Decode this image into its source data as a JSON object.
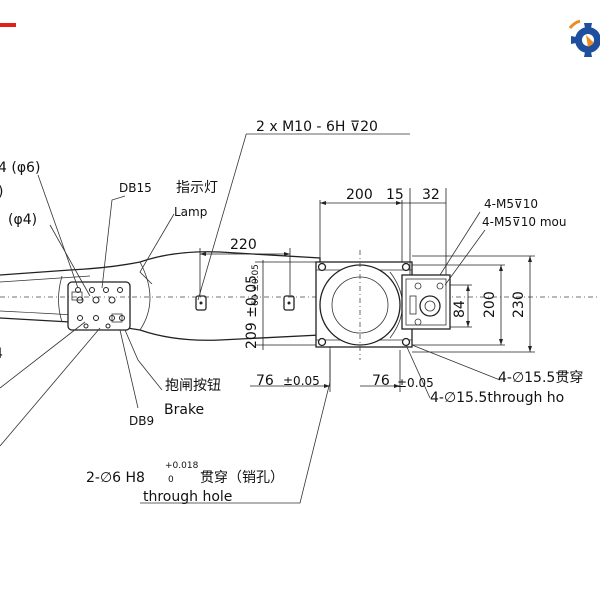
{
  "labels": {
    "left_phi6": "4 (φ6)",
    "left_paren": ")",
    "left_phi4": "(φ4)",
    "left_four": "4",
    "db15": "DB15",
    "lamp_cn": "指示灯",
    "lamp_en": "Lamp",
    "brake_cn": "抱闸按钮",
    "brake_en": "Brake",
    "db9": "DB9",
    "m10": "2 x  M10 - 6H ⊽20",
    "m5_a": "4-M5⊽10",
    "m5_b": "4-M5⊽10 mou",
    "phi155_cn": "4-∅15.5贯穿",
    "phi155_en": "4-∅15.5through ho",
    "pin_main": "2-∅6 H8",
    "pin_tol_top": "+0.018",
    "pin_tol_bot": "0",
    "pin_cn": "贯穿（销孔）",
    "pin_en": "through hole"
  },
  "dims": {
    "d200_top": "200",
    "d15": "15",
    "d32": "32",
    "d220": "220",
    "d60": "60 ±0.05",
    "d209": "209 ±0.05",
    "d76_left": "76",
    "d76_left_tol": "±0.05",
    "d76_right": "76",
    "d76_right_tol": "±0.05",
    "d84": "84",
    "d200_right": "200",
    "d230": "230"
  },
  "colors": {
    "brand_red": "#e0201a",
    "logo_blue": "#1e4f9c",
    "logo_orange": "#f08a1c"
  }
}
